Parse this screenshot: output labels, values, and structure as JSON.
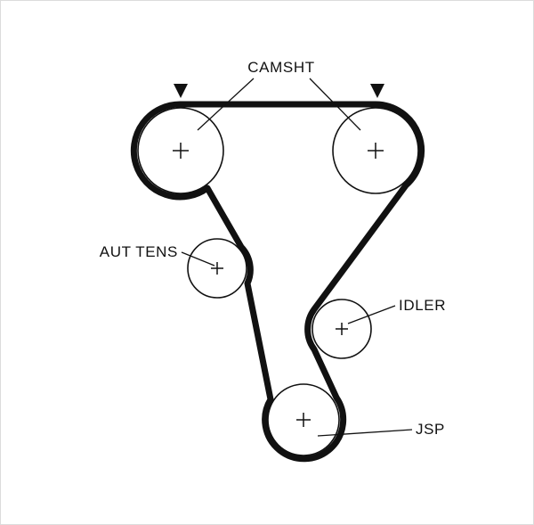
{
  "diagram": {
    "kind": "timing-belt-routing-diagram",
    "background_color": "#ffffff",
    "line_color": "#111111",
    "labels": {
      "camshaft": "CAMSHT",
      "auto_tensioner": "AUT TENS",
      "idler": "IDLER",
      "jsp": "JSP"
    }
  }
}
